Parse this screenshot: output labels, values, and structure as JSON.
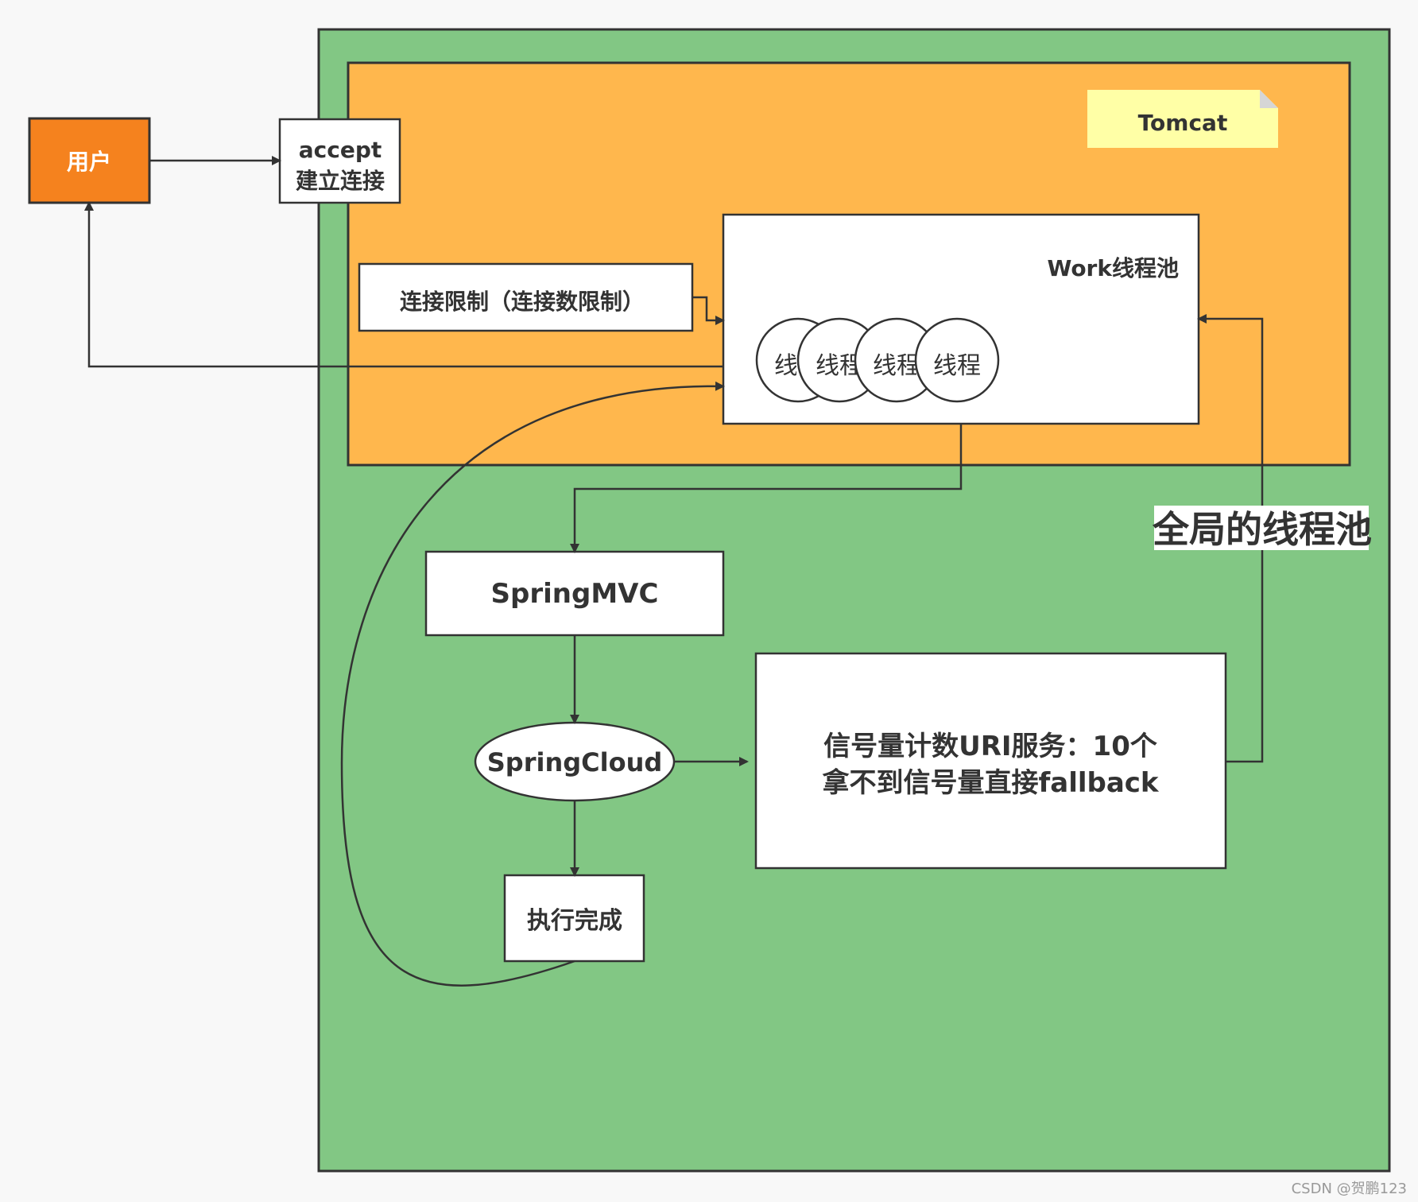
{
  "colors": {
    "background": "#f8f8f8",
    "outer_container": "#82c784",
    "tomcat_container": "#ffb74d",
    "user_box": "#f5821e",
    "note": "#ffffa6",
    "box_fill": "#ffffff",
    "stroke": "#333333"
  },
  "nodes": {
    "user": "用户",
    "accept_line1": "accept",
    "accept_line2": "建立连接",
    "tomcat_note": "Tomcat",
    "work_pool_title": "Work线程池",
    "threads": [
      "线程",
      "线程",
      "线程",
      "线程"
    ],
    "conn_limit": "连接限制（连接数限制）",
    "spring_mvc": "SpringMVC",
    "spring_cloud": "SpringCloud",
    "done": "执行完成",
    "semaphore_line1": "信号量计数URI服务：10个",
    "semaphore_line2": "拿不到信号量直接fallback",
    "global_pool": "全局的线程池"
  },
  "watermark": "CSDN @贺鹏123"
}
